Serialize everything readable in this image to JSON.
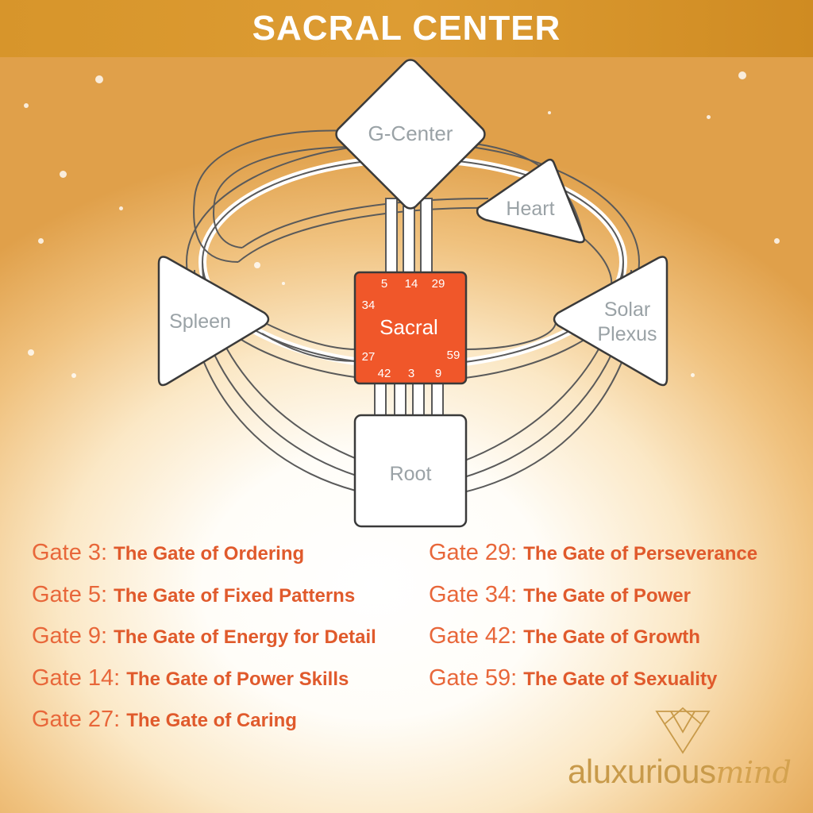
{
  "header": {
    "title": "SACRAL CENTER"
  },
  "centers": {
    "g_center": "G-Center",
    "heart": "Heart",
    "spleen": "Spleen",
    "solar_plexus_line1": "Solar",
    "solar_plexus_line2": "Plexus",
    "sacral": "Sacral",
    "root": "Root"
  },
  "sacral_gates": {
    "top": [
      "5",
      "14",
      "29"
    ],
    "left_top": "34",
    "left_bottom": "27",
    "right": "59",
    "bottom": [
      "42",
      "3",
      "9"
    ]
  },
  "gates_left": [
    {
      "prefix": "Gate 3:",
      "name": "The Gate of Ordering"
    },
    {
      "prefix": "Gate 5:",
      "name": "The Gate of Fixed Patterns"
    },
    {
      "prefix": "Gate 9:",
      "name": "The Gate of Energy for Detail"
    },
    {
      "prefix": "Gate 14:",
      "name": "The Gate of Power Skills"
    },
    {
      "prefix": "Gate 27:",
      "name": "The Gate of Caring"
    }
  ],
  "gates_right": [
    {
      "prefix": "Gate 29:",
      "name": "The Gate of Perseverance"
    },
    {
      "prefix": "Gate 34:",
      "name": "The Gate of Power"
    },
    {
      "prefix": "Gate 42:",
      "name": "The Gate of Growth"
    },
    {
      "prefix": "Gate 59:",
      "name": "The Gate of Sexuality"
    }
  ],
  "logo": {
    "word1": "aluxurious",
    "word2": "mind"
  },
  "colors": {
    "banner": "#dd9c33",
    "sacral": "#f0572a",
    "gate_text": "#e05a2c",
    "logo": "#c89a4a"
  }
}
